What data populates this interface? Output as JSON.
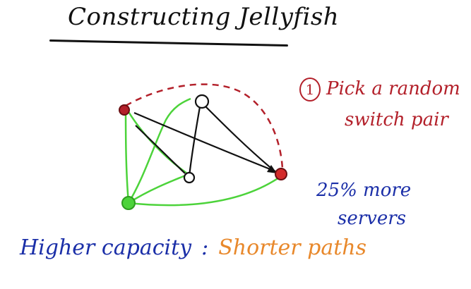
{
  "title": "Constructing Jellyfish",
  "step": {
    "number": "1",
    "line1": "Pick a random",
    "line2": "switch pair"
  },
  "servers_note": {
    "line1": "25% more",
    "line2": "servers"
  },
  "bottom": {
    "higher_capacity": "Higher capacity",
    "colon": ":",
    "shorter_paths": "Shorter paths"
  },
  "colors": {
    "ink": "#111111",
    "red": "#b3202a",
    "green": "#4cd33a",
    "blue": "#1b2fa8",
    "orange": "#e8882b"
  }
}
